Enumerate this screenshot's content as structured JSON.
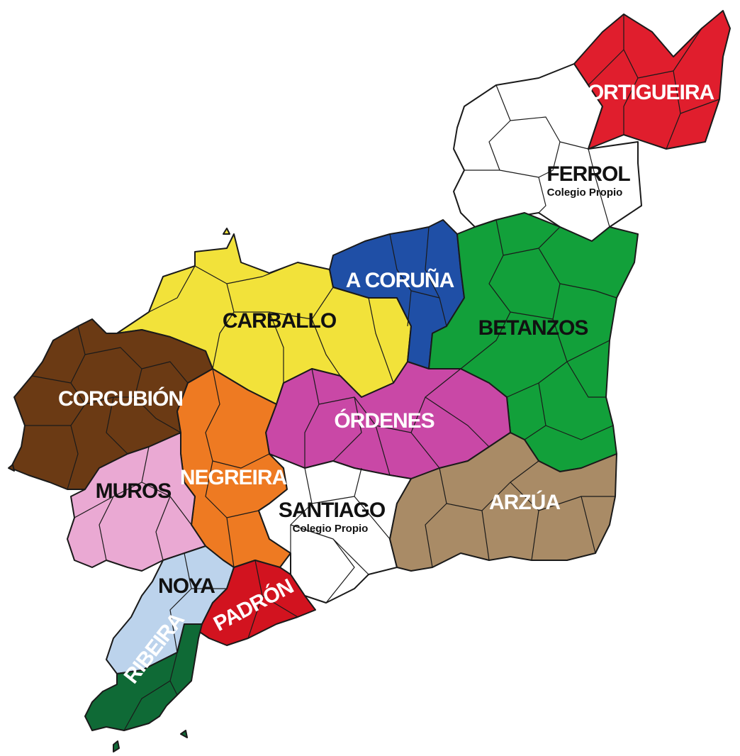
{
  "map": {
    "colors": {
      "ortigueira": "#e01e2d",
      "ferrol": "#ffffff",
      "a_coruna": "#1f4fa6",
      "carballo": "#f2e23a",
      "betanzos": "#12a03a",
      "corcubion": "#6b3a14",
      "ordenes": "#c948a6",
      "negreira": "#ee7a22",
      "muros": "#eaa9d3",
      "santiago": "#ffffff",
      "arzua": "#a98b66",
      "noya": "#bcd3ec",
      "padron": "#d2131f",
      "ribeira": "#0f6a36"
    },
    "regions": {
      "ortigueira": {
        "label": "ORTIGUEIRA"
      },
      "ferrol": {
        "label": "FERROL",
        "sublabel": "Colegio Propio"
      },
      "a_coruna": {
        "label": "A CORUÑA"
      },
      "carballo": {
        "label": "CARBALLO"
      },
      "betanzos": {
        "label": "BETANZOS"
      },
      "corcubion": {
        "label": "CORCUBIÓN"
      },
      "ordenes": {
        "label": "ÓRDENES"
      },
      "negreira": {
        "label": "NEGREIRA"
      },
      "muros": {
        "label": "MUROS"
      },
      "santiago": {
        "label": "SANTIAGO",
        "sublabel": "Colegio Propio"
      },
      "arzua": {
        "label": "ARZÚA"
      },
      "noya": {
        "label": "NOYA"
      },
      "padron": {
        "label": "PADRÓN"
      },
      "ribeira": {
        "label": "RIBEIRA"
      }
    }
  }
}
